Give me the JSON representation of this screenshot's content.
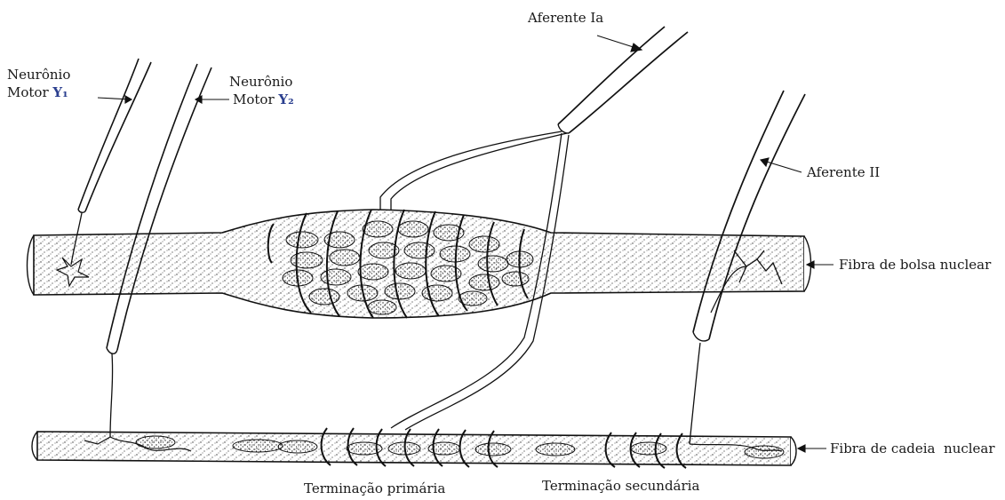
{
  "labels": {
    "gamma1": {
      "line1": "Neurônio",
      "line2_prefix": "Motor ",
      "symbol": "Y₁"
    },
    "gamma2": {
      "line1": "Neurônio",
      "line2_prefix": "Motor ",
      "symbol": "Y₂"
    },
    "afferent_ia": "Aferente Ia",
    "afferent_ii": "Aferente II",
    "nuclear_bag_fiber": "Fibra de bolsa nuclear",
    "nuclear_chain_fiber": "Fibra de cadeia  nuclear",
    "primary_ending": "Terminação primária",
    "secondary_ending": "Terminação secundária"
  },
  "colors": {
    "ink": "#1a1a1a",
    "gamma_symbol": "#2b3f8f",
    "background": "#ffffff"
  }
}
